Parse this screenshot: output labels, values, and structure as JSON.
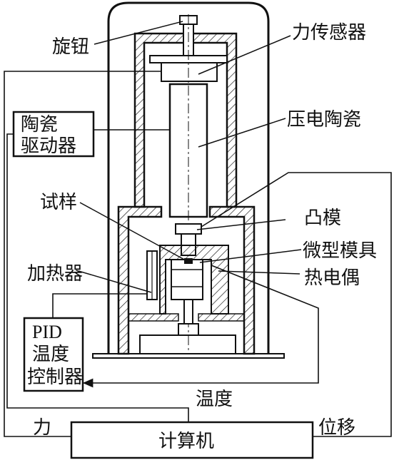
{
  "labels": {
    "knob": "旋钮",
    "force_sensor": "力传感器",
    "piezo_driver_line1": "陶瓷",
    "piezo_driver_line2": "驱动器",
    "piezo_ceramic": "压电陶瓷",
    "specimen": "试样",
    "punch": "凸模",
    "micro_die": "微型模具",
    "heater": "加热器",
    "thermocouple": "热电偶",
    "pid_line1": "PID",
    "pid_line2": "温度",
    "pid_line3": "控制器",
    "temperature": "温度",
    "force": "力",
    "displacement": "位移",
    "computer": "计算机"
  }
}
